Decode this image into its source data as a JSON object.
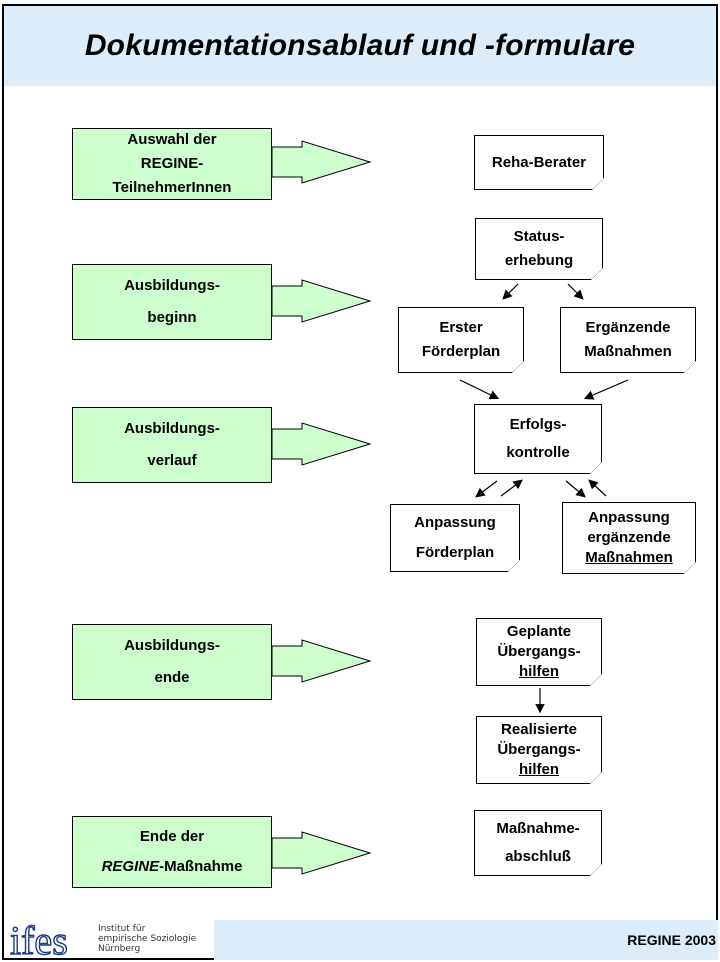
{
  "title": "Dokumentationsablauf und -formulare",
  "phases": {
    "auswahl": [
      "Auswahl der",
      "REGINE-",
      "TeilnehmerInnen"
    ],
    "beginn": [
      "Ausbildungs-",
      "beginn"
    ],
    "verlauf": [
      "Ausbildungs-",
      "verlauf"
    ],
    "ende": [
      "Ausbildungs-",
      "ende"
    ],
    "abschluss": {
      "line1": "Ende der",
      "italic": "REGINE",
      "rest": "-Maßnahme"
    }
  },
  "docs": {
    "reha": "Reha-Berater",
    "status": [
      "Status-",
      "erhebung"
    ],
    "foerderplan": [
      "Erster",
      "Förderplan"
    ],
    "ergaenzende": [
      "Ergänzende",
      "Maßnahmen"
    ],
    "erfolg": [
      "Erfolgs-",
      "kontrolle"
    ],
    "anpassung_fp": [
      "Anpassung",
      "Förderplan"
    ],
    "anpassung_em": [
      "Anpassung",
      "ergänzende",
      "Maßnahmen"
    ],
    "geplante": [
      "Geplante",
      "Übergangs-",
      "hilfen"
    ],
    "realisierte": [
      "Realisierte",
      "Übergangs-",
      "hilfen"
    ],
    "massnahme": [
      "Maßnahme-",
      "abschluß"
    ]
  },
  "logo": {
    "mark": "ifes",
    "lines": [
      "Institut für",
      "empirische Soziologie",
      "Nürnberg"
    ]
  },
  "footer": "REGINE 2003"
}
